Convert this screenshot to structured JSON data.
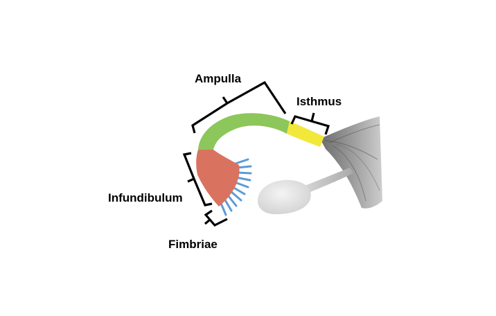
{
  "labels": {
    "ampulla": "Ampulla",
    "isthmus": "Isthmus",
    "infundibulum": "Infundibulum",
    "fimbriae": "Fimbriae"
  },
  "colors": {
    "ampulla": "#8dc65a",
    "isthmus": "#f2e83a",
    "infundibulum": "#d9735f",
    "fimbriae": "#5b9bd5",
    "uterus": "#8a8a8a",
    "ovary": "#e6e6e6"
  }
}
